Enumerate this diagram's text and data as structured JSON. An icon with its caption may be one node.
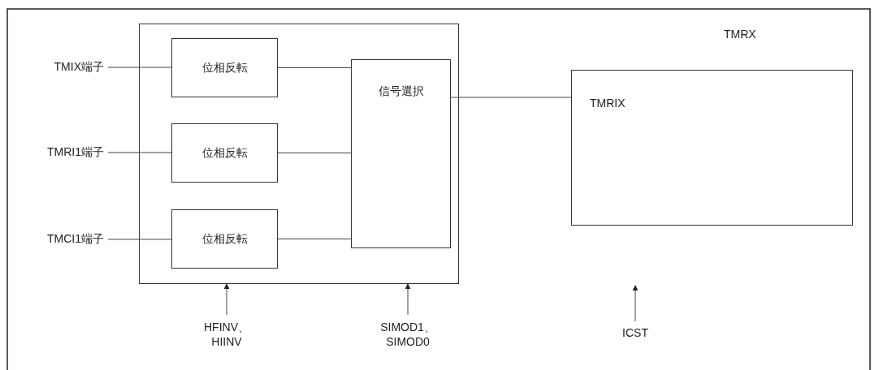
{
  "diagram": {
    "nodes": [
      {
        "text": [
          "TMIX端子"
        ]
      },
      {
        "text": [
          "TMRI1端子"
        ]
      },
      {
        "text": [
          "TMCI1端子"
        ]
      },
      {
        "text": [],
        "shape": "box"
      },
      {
        "text": [
          "位相反転"
        ],
        "in": 3
      },
      {
        "text": [
          "位相反転"
        ],
        "in": 3
      },
      {
        "text": [
          "位相反転"
        ],
        "in": 3
      },
      {
        "text": [
          "信号選択"
        ],
        "in": 3
      },
      {
        "text": [
          "TMRX",
          "TMRIX"
        ]
      },
      {
        "text": [
          "HFINV、 HIINV"
        ]
      },
      {
        "text": [
          "SIMOD1、 SIMOD0"
        ]
      },
      {
        "text": [
          "ICST"
        ]
      }
    ],
    "edges": [
      {
        "from": 0,
        "to": 4,
        "arrow": "none"
      },
      {
        "from": 1,
        "to": 5,
        "arrow": "none"
      },
      {
        "from": 2,
        "to": 6,
        "arrow": "none"
      },
      {
        "from": 4,
        "to": 7,
        "arrow": "none"
      },
      {
        "from": 5,
        "to": 7,
        "arrow": "none"
      },
      {
        "from": 6,
        "to": 7,
        "arrow": "none"
      },
      {
        "from": 7,
        "to": 8,
        "arrow": "none"
      },
      {
        "from": 9,
        "to": 3,
        "arrow": "to"
      },
      {
        "from": 10,
        "to": 3,
        "arrow": "to"
      },
      {
        "from": 11,
        "to": null,
        "arrow": "to"
      }
    ]
  }
}
